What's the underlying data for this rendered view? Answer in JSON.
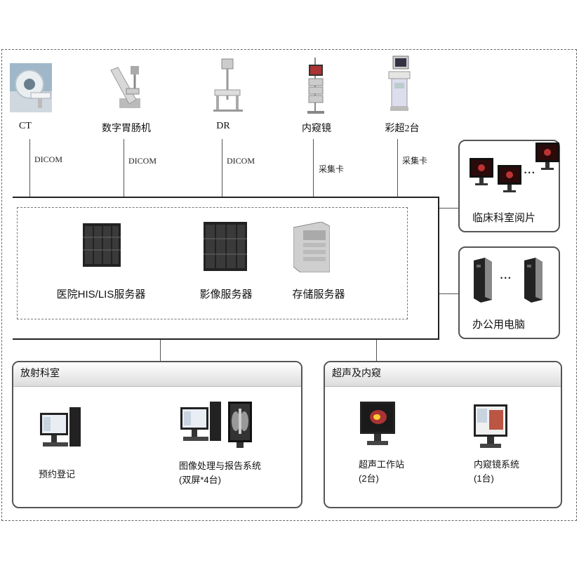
{
  "devices": [
    {
      "name": "CT",
      "link": "DICOM"
    },
    {
      "name": "数字胃肠机",
      "link": "DICOM"
    },
    {
      "name": "DR",
      "link": "DICOM"
    },
    {
      "name": "内窥镜",
      "link": "采集卡"
    },
    {
      "name": "彩超2台",
      "link": "采集卡"
    }
  ],
  "servers": [
    "医院HIS/LIS服务器",
    "影像服务器",
    "存储服务器"
  ],
  "side_boxes": {
    "clinical": {
      "label": "临床科室阅片",
      "ellipsis": "• • •"
    },
    "office": {
      "label": "办公用电脑",
      "ellipsis": "• • •"
    }
  },
  "radiology": {
    "title": "放射科室",
    "workstations": [
      {
        "line1": "预约登记",
        "line2": ""
      },
      {
        "line1": "图像处理与报告系统",
        "line2": "(双屏*4台)"
      }
    ]
  },
  "ultrasound": {
    "title": "超声及内窥",
    "workstations": [
      {
        "line1": "超声工作站",
        "line2": "(2台)"
      },
      {
        "line1": "内窥镜系统",
        "line2": "(1台)"
      }
    ]
  }
}
